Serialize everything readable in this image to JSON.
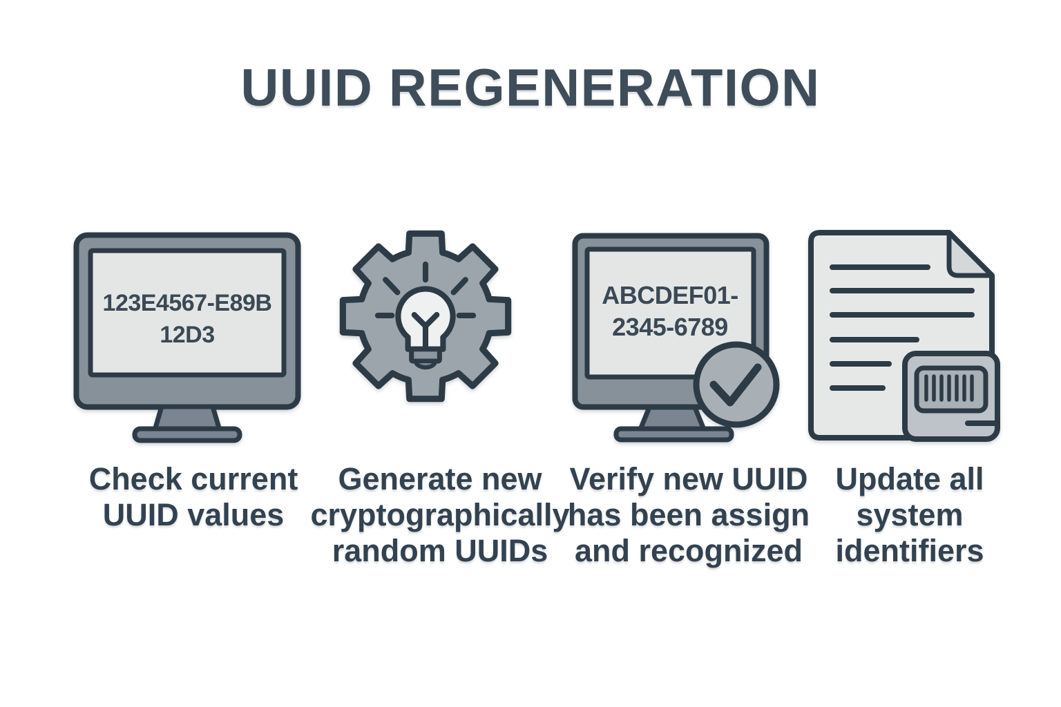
{
  "title": "UUID REGENERATION",
  "colors": {
    "background": "#ffffff",
    "ink": "#2d3b47",
    "title_color": "#3e4d59",
    "caption_color": "#334250",
    "screen_text_color": "#3a4955",
    "monitor_body": "#87919a",
    "monitor_screen": "#e4e6e6",
    "monitor_stand": "#7b858f",
    "gear_fill": "#9ba5ab",
    "bulb_fill": "#eff1f1",
    "bulb_base_fill": "#8d97a0",
    "check_circle_fill": "#a8b0b6",
    "paper_fill": "#e6e8e8",
    "fold_fill": "#d4d8d9",
    "badge_fill": "#bdc3c8",
    "barcode_fill": "#a9b1b7"
  },
  "steps": [
    {
      "icon": "monitor-icon",
      "screen_lines": [
        "123E4567-E89B",
        "12D3"
      ],
      "caption_lines": [
        "Check current",
        "UUID values"
      ]
    },
    {
      "icon": "gear-lightbulb-icon",
      "caption_lines": [
        "Generate new",
        "cryptographically",
        "random UUIDs"
      ]
    },
    {
      "icon": "monitor-check-icon",
      "screen_lines": [
        "ABCDEF01-",
        "2345-6789"
      ],
      "caption_lines": [
        "Verify new UUID",
        "has been assign",
        "and recognized"
      ]
    },
    {
      "icon": "document-barcode-icon",
      "caption_lines": [
        "Update all",
        "system",
        "identifiers"
      ]
    }
  ]
}
